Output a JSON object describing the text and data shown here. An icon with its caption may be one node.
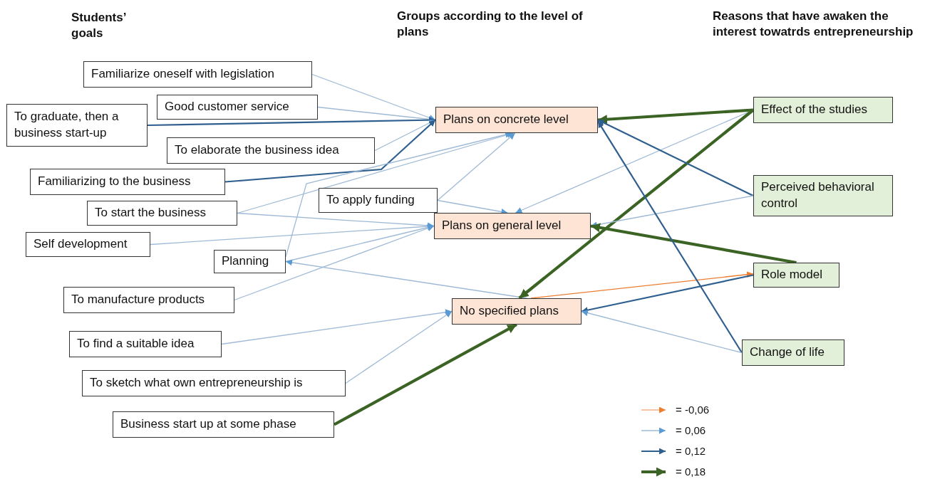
{
  "diagram": {
    "nodes": [
      {
        "text": [
          "Familiarize oneself with legislation"
        ]
      },
      {
        "text": [
          "Good customer service"
        ]
      },
      {
        "text": [
          "To graduate, then a business start-up"
        ]
      },
      {
        "text": [
          "To elaborate the business idea"
        ]
      },
      {
        "text": [
          "Familiarizing to the business"
        ]
      },
      {
        "text": [
          "To start the business"
        ]
      },
      {
        "text": [
          "To apply funding"
        ]
      },
      {
        "text": [
          "Self development"
        ]
      },
      {
        "text": [
          "Planning"
        ]
      },
      {
        "text": [
          "To manufacture products"
        ]
      },
      {
        "text": [
          "To find a suitable idea"
        ]
      },
      {
        "text": [
          "To sketch what own entrepreneurship is"
        ]
      },
      {
        "text": [
          "Business start up at some phase"
        ]
      },
      {
        "text": [
          "Plans on concrete level"
        ]
      },
      {
        "text": [
          "Plans on general level"
        ]
      },
      {
        "text": [
          "No specified plans"
        ]
      },
      {
        "text": [
          "Effect of the studies"
        ]
      },
      {
        "text": [
          "Perceived behavioral control"
        ]
      },
      {
        "text": [
          "Role model"
        ]
      },
      {
        "text": [
          "Change of life"
        ]
      }
    ],
    "edges": [
      {
        "from": 0,
        "to": 13,
        "arrow": "to"
      },
      {
        "from": 1,
        "to": 13,
        "arrow": "to"
      },
      {
        "from": 2,
        "to": 13,
        "arrow": "to",
        "color": "#2f5f8f"
      },
      {
        "from": 3,
        "to": 13,
        "arrow": "to"
      },
      {
        "from": 4,
        "to": 13,
        "arrow": "to",
        "color": "#2f5f8f"
      },
      {
        "from": 5,
        "to": 13,
        "arrow": "to"
      },
      {
        "from": 5,
        "to": 14,
        "arrow": "to"
      },
      {
        "from": 6,
        "to": 13,
        "arrow": "to"
      },
      {
        "from": 6,
        "to": 14,
        "arrow": "to"
      },
      {
        "from": 7,
        "to": 14,
        "arrow": "to"
      },
      {
        "from": 8,
        "to": 13,
        "arrow": "to"
      },
      {
        "from": 8,
        "to": 14,
        "arrow": "to"
      },
      {
        "from": 9,
        "to": 14,
        "arrow": "to"
      },
      {
        "from": 15,
        "to": 8,
        "arrow": "to"
      },
      {
        "from": 10,
        "to": 15,
        "arrow": "to"
      },
      {
        "from": 11,
        "to": 15,
        "arrow": "to"
      },
      {
        "from": 12,
        "to": 15,
        "arrow": "to",
        "style": "thick",
        "color": "#3b6324"
      },
      {
        "from": 16,
        "to": 13,
        "arrow": "to",
        "style": "thick",
        "color": "#3b6324"
      },
      {
        "from": 16,
        "to": 14,
        "arrow": "to"
      },
      {
        "from": 16,
        "to": 15,
        "arrow": "to",
        "style": "thick",
        "color": "#3b6324"
      },
      {
        "from": 17,
        "to": 13,
        "arrow": "to",
        "color": "#2f5f8f"
      },
      {
        "from": 17,
        "to": 14,
        "arrow": "to"
      },
      {
        "from": 18,
        "to": 14,
        "arrow": "to",
        "style": "thick",
        "color": "#3b6324"
      },
      {
        "from": 15,
        "to": 18,
        "arrow": "to",
        "color": "#ed7d31"
      },
      {
        "from": 18,
        "to": 15,
        "arrow": "to",
        "color": "#2f5f8f"
      },
      {
        "from": 19,
        "to": 13,
        "arrow": "to",
        "color": "#2f5f8f"
      },
      {
        "from": 19,
        "to": 15,
        "arrow": "to"
      }
    ],
    "labels": [
      "Students’ goals",
      "Groups according to the level of plans",
      "Reasons that have awaken the interest towatrds entrepreneurship"
    ],
    "legend": [
      {
        "text": "= -0,06"
      },
      {
        "text": "= 0,06"
      },
      {
        "text": "= 0,12"
      },
      {
        "text": "= 0,18"
      }
    ]
  }
}
